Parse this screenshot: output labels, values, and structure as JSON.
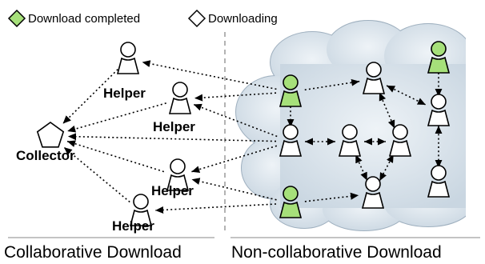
{
  "legend": {
    "completed_label": "Download completed",
    "downloading_label": "Downloading",
    "completed_color": "#a6e07a",
    "downloading_color": "#ffffff"
  },
  "labels": {
    "collector": "Collector",
    "helper": "Helper"
  },
  "sections": {
    "left": "Collaborative Download",
    "right": "Non-collaborative Download"
  },
  "colors": {
    "cloud_fill": "#dfe7ee",
    "cloud_edge": "#9fb0bf",
    "divider": "#9a9a9a"
  }
}
